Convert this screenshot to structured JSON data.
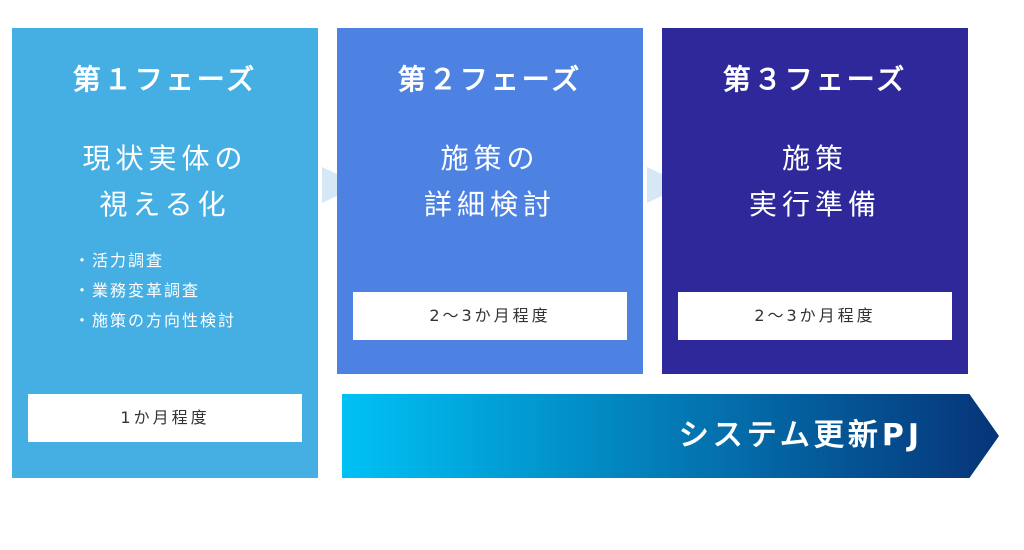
{
  "colors": {
    "phase1": "#45afe3",
    "phase2": "#4d82e2",
    "phase3": "#2e289b",
    "connector": "#d6e8f6",
    "arrow_start": "#00c1f4",
    "arrow_end": "#063478"
  },
  "phases": [
    {
      "title": "第１フェーズ",
      "heading": [
        "現状実体の",
        "視える化"
      ],
      "bullets": [
        "活力調査",
        "業務変革調査",
        "施策の方向性検討"
      ],
      "duration": "1か月程度"
    },
    {
      "title": "第２フェーズ",
      "heading": [
        "施策の",
        "詳細検討"
      ],
      "duration": "2～3か月程度"
    },
    {
      "title": "第３フェーズ",
      "heading": [
        "施策",
        "実行準備"
      ],
      "duration": "2～3か月程度"
    }
  ],
  "project": {
    "label": "システム更新PJ"
  }
}
